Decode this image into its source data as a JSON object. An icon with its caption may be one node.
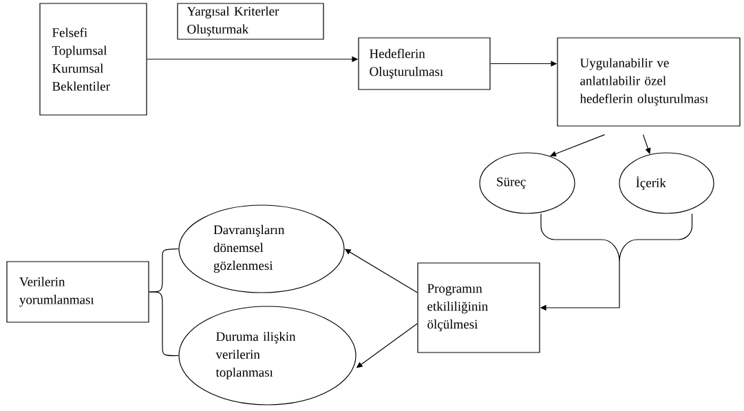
{
  "diagram": {
    "nodes": [
      {
        "text": [
          "Felsefi Toplumsal Kurumsal Beklentiler"
        ]
      },
      {
        "text": [
          "Yargısal Kriterler Oluşturmak"
        ]
      },
      {
        "text": [
          "Hedeflerin Oluşturulması"
        ]
      },
      {
        "text": [
          "Uygulanabilir ve anlatılabilir özel hedeflerin oluşturulması"
        ]
      },
      {
        "text": [
          "Süreç"
        ]
      },
      {
        "text": [
          "İçerik"
        ]
      },
      {
        "text": [
          "Programın etkililiğinin ölçülmesi"
        ]
      },
      {
        "text": [
          "Davranışların dönemsel gözlenmesi"
        ]
      },
      {
        "text": [
          "Duruma ilişkin verilerin toplanması"
        ]
      },
      {
        "text": [
          "Verilerin yorumlanması"
        ]
      }
    ],
    "edges": [
      {
        "from": 0,
        "to": 2,
        "arrow": "to"
      },
      {
        "from": 2,
        "to": 3,
        "arrow": "to"
      },
      {
        "from": 3,
        "to": 4,
        "arrow": "to"
      },
      {
        "from": 3,
        "to": 5,
        "arrow": "to"
      },
      {
        "from": 4,
        "to": 6,
        "arrow": "to"
      },
      {
        "from": 5,
        "to": 6,
        "arrow": "to"
      },
      {
        "from": 6,
        "to": 7,
        "arrow": "to"
      },
      {
        "from": 6,
        "to": 8,
        "arrow": "to"
      },
      {
        "from": 9,
        "to": 7,
        "arrow": "none"
      },
      {
        "from": 9,
        "to": 8,
        "arrow": "none"
      }
    ]
  }
}
